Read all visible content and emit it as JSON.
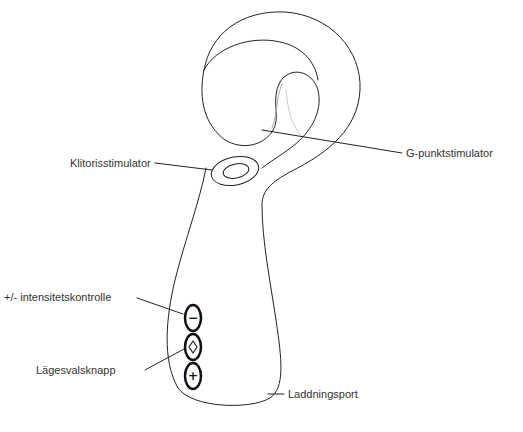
{
  "diagram": {
    "labels": [
      "G-punktstimulator",
      "Klitorisstimulator",
      "+/- intensitetskontrolle",
      "Lägesvalsknapp",
      "Laddningsport",
      "−",
      "+"
    ]
  }
}
